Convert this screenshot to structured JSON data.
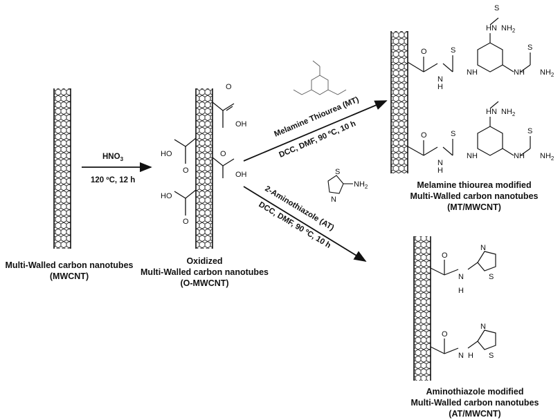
{
  "reagents": {
    "step1_top": "HNO",
    "step1_top_sub": "3",
    "step1_bottom": "120 ºC, 12 h",
    "mt_reagent": "Melamine Thiourea (MT)",
    "mt_conditions": "DCC, DMF, 90 ºC, 10 h",
    "at_reagent": "2-Aminothiazole (AT)",
    "at_conditions": "DCC, DMF, 90 ºC, 10 h"
  },
  "labels": {
    "mwcnt": [
      "Multi-Walled carbon nanotubes",
      "(MWCNT)"
    ],
    "omwcnt": [
      "Oxidized",
      "Multi-Walled carbon nanotubes",
      "(O-MWCNT)"
    ],
    "mt_mwcnt": [
      "Melamine thiourea modified",
      "Multi-Walled carbon nanotubes",
      "(MT/MWCNT)"
    ],
    "at_mwcnt": [
      "Aminothiazole modified",
      "Multi-Walled carbon nanotubes",
      "(AT/MWCNT)"
    ]
  },
  "atoms": {
    "oh": "OH",
    "ho": "HO",
    "o": "O",
    "s": "S",
    "n": "N",
    "h": "H",
    "nh": "NH",
    "hn": "HN",
    "nh2": "NH",
    "nh2_sub": "2"
  },
  "colors": {
    "line": "#111111",
    "background": "#ffffff"
  }
}
